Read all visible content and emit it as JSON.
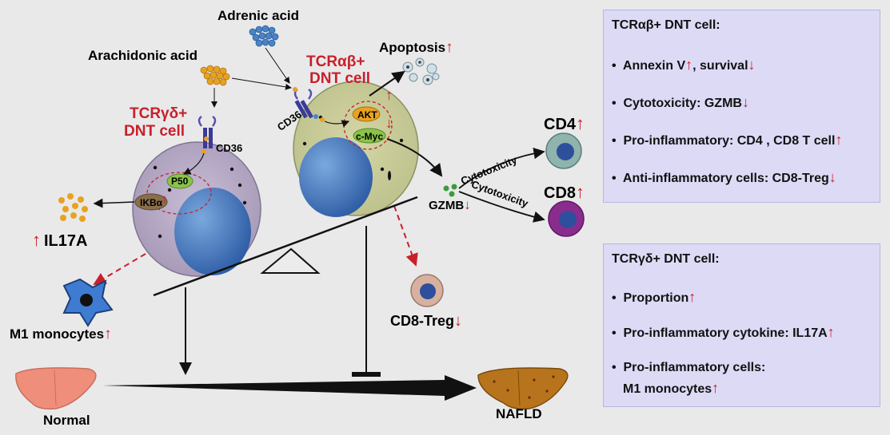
{
  "colors": {
    "red": "#c8202a",
    "panel_bg": "#dcdaf5",
    "background": "#e9e9ea"
  },
  "labels": {
    "adrenic_acid": "Adrenic acid",
    "arachidonic_acid": "Arachidonic acid",
    "apoptosis": "Apoptosis",
    "tcr_ab_l1": "TCRαβ+",
    "tcr_ab_l2": "DNT cell",
    "tcr_gd_l1": "TCRγδ+",
    "tcr_gd_l2": "DNT cell",
    "cd36_left": "CD36",
    "cd36_right": "CD36",
    "akt": "AKT",
    "cmyc": "c-Myc",
    "p50": "P50",
    "ikba": "IKBα",
    "il17a": "IL17A",
    "m1_monocytes": "M1 monocytes",
    "gzmb": "GZMB",
    "cd4": "CD4",
    "cd8": "CD8",
    "cytotoxicity_1": "Cytotoxicity",
    "cytotoxicity_2": "Cytotoxicity",
    "cd8_treg": "CD8-Treg",
    "normal": "Normal",
    "nafld": "NAFLD"
  },
  "panel_ab": {
    "title": "TCRαβ+ DNT cell:",
    "items": [
      {
        "text_a": "Annexin V",
        "arrow_a": "↑",
        "text_b": ",  survival",
        "arrow_b": "↓"
      },
      {
        "text_a": "Cytotoxicity: GZMB",
        "arrow_a": "↓"
      },
      {
        "text_a": "Pro-inflammatory: CD4 , CD8 T cell",
        "arrow_a": "↑"
      },
      {
        "text_a": "Anti-inflammatory cells: CD8-Treg",
        "arrow_a": "↓"
      }
    ]
  },
  "panel_gd": {
    "title": "TCRγδ+ DNT cell:",
    "items": [
      {
        "text_a": "Proportion",
        "arrow_a": "↑"
      },
      {
        "text_a": "Pro-inflammatory cytokine: IL17A",
        "arrow_a": "↑"
      },
      {
        "text_a": "Pro-inflammatory cells:",
        "text_b": "M1 monocytes",
        "arrow_b": "↑"
      }
    ]
  },
  "arrows": {
    "up": "↑",
    "down": "↓"
  }
}
